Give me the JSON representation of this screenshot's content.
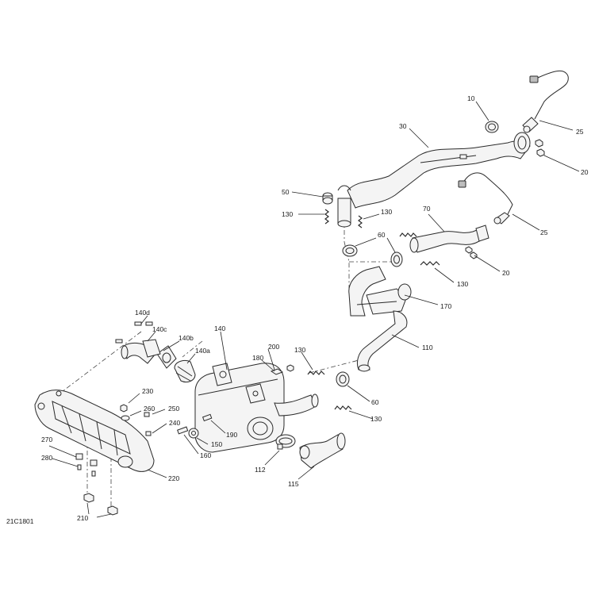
{
  "diagram_code": "21C1801",
  "callouts": {
    "c10": "10",
    "c20a": "20",
    "c20b": "20",
    "c25a": "25",
    "c25b": "25",
    "c30": "30",
    "c50": "50",
    "c60a": "60",
    "c60b": "60",
    "c70": "70",
    "c110": "110",
    "c112": "112",
    "c115": "115",
    "c130a": "130",
    "c130b": "130",
    "c130c": "130",
    "c130d": "130",
    "c130e": "130",
    "c140": "140",
    "c140a": "140a",
    "c140b": "140b",
    "c140c": "140c",
    "c140d": "140d",
    "c150": "150",
    "c160": "160",
    "c170": "170",
    "c180": "180",
    "c190": "190",
    "c200": "200",
    "c210": "210",
    "c220": "220",
    "c230": "230",
    "c240": "240",
    "c250": "250",
    "c260": "260",
    "c270": "270",
    "c280": "280"
  }
}
